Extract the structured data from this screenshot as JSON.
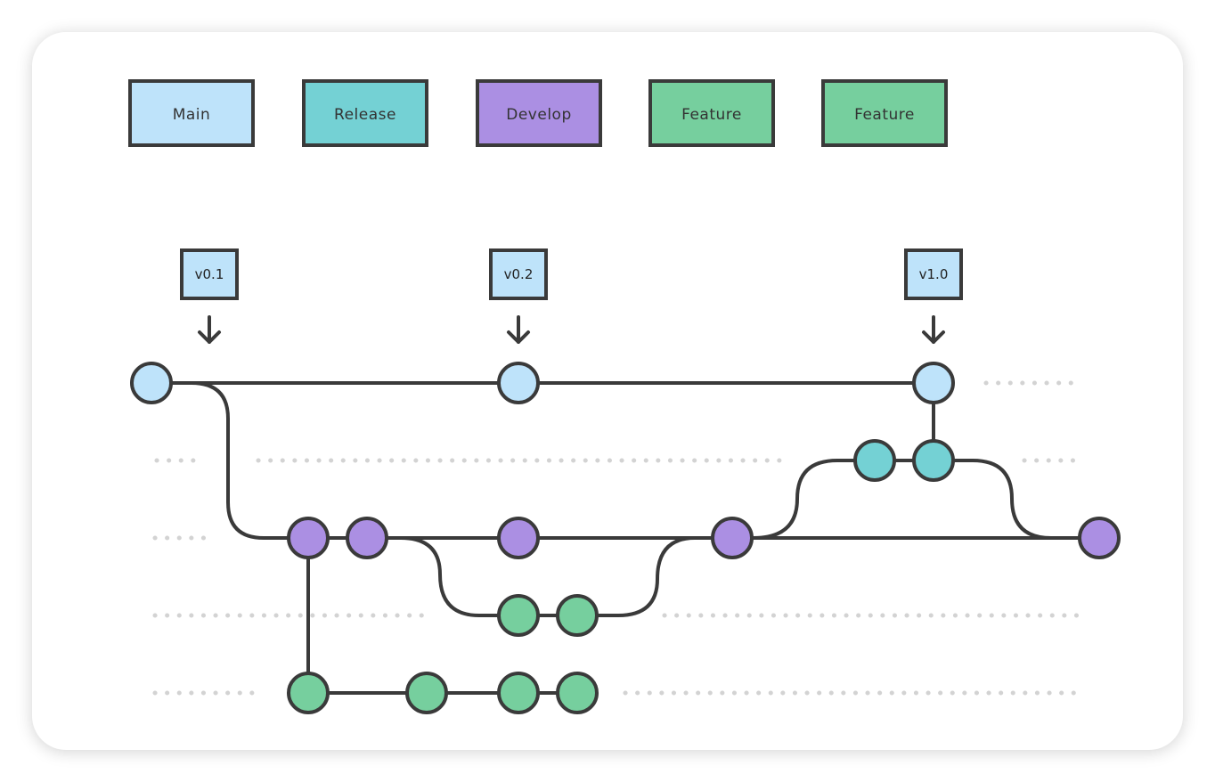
{
  "colors": {
    "main": "#BEE3FA",
    "release": "#74D1D4",
    "develop": "#AB8FE3",
    "feature": "#76CF9E",
    "stroke": "#3A3A3A",
    "dots": "#D3D3D3"
  },
  "legend": [
    {
      "label": "Main",
      "branch": "main"
    },
    {
      "label": "Release",
      "branch": "release"
    },
    {
      "label": "Develop",
      "branch": "develop"
    },
    {
      "label": "Feature",
      "branch": "feature"
    },
    {
      "label": "Feature",
      "branch": "feature"
    }
  ],
  "tags": [
    "v0.1",
    "v0.2",
    "v1.0"
  ],
  "icons": {
    "tag_arrow": "arrow-down-icon"
  }
}
